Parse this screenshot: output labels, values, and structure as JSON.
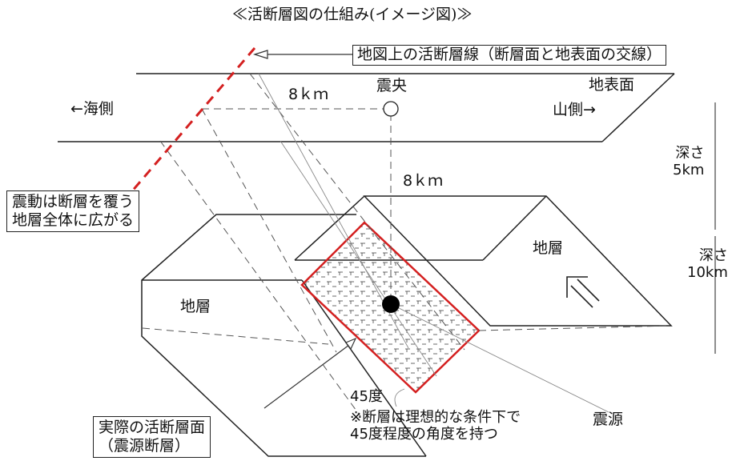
{
  "title": "≪活断層図の仕組み(イメージ図)≫",
  "labels": {
    "surface_line": "地図上の活断層線（断層面と地表面の交線）",
    "epicenter": "震央",
    "surface": "地表面",
    "sea_side": "←海側",
    "mountain_side": "山側→",
    "dist_top": "8ｋｍ",
    "dist_mid": "8ｋｍ",
    "depth5_a": "深さ",
    "depth5_b": "5km",
    "depth10_a": "深さ",
    "depth10_b": "10km",
    "shaking_a": "震動は断層を覆う",
    "shaking_b": "地層全体に広がる",
    "stratum_right": "地層",
    "stratum_left": "地層",
    "angle": "45度",
    "note_a": "※断層は理想的な条件下で",
    "note_b": "45度程度の角度を持つ",
    "hypocenter": "震源",
    "actual_a": "実際の活断層面",
    "actual_b": "（震源断層）"
  },
  "colors": {
    "fault_line": "#d42020",
    "line": "#222222",
    "dashed": "#555555"
  },
  "icons": {
    "epicenter": "circle-marker-icon",
    "hypocenter": "filled-dot-icon",
    "motion": "double-arrow-up-left-icon"
  }
}
